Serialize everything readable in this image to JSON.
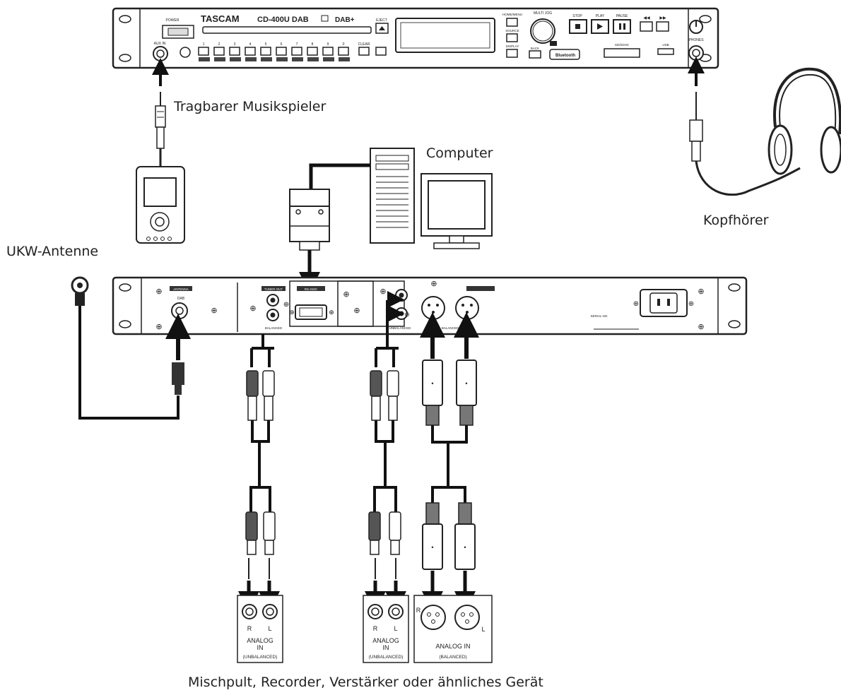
{
  "labels": {
    "portable_player": "Tragbarer Musikspieler",
    "computer": "Computer",
    "headphones": "Kopfhörer",
    "fm_antenna": "UKW-Antenne",
    "destination": "Mischpult, Recorder, Verstärker oder ähnliches Gerät"
  },
  "front_panel": {
    "brand": "TASCAM",
    "model": "CD-400U DAB",
    "dab_logo": "DAB+",
    "power": "POWER",
    "aux_in": "AUX IN",
    "presets": [
      "1",
      "2",
      "3",
      "4",
      "5",
      "6",
      "7",
      "8",
      "9",
      "0"
    ],
    "clear": "CLEAR",
    "eject": "EJECT",
    "home_menu": "HOME/MENU",
    "source": "SOURCE",
    "display": "DISPLAY",
    "multi_jog": "MULTI JOG",
    "back": "BACK",
    "stop": "STOP",
    "play": "PLAY",
    "pause": "PAUSE",
    "phones": "PHONES",
    "bluetooth": "Bluetooth",
    "sd_sdhc": "SD/SDHC",
    "usb": "USB"
  },
  "rear_panel": {
    "antenna": "ANTENNA",
    "dab": "DAB",
    "tuner_out": "TUNER OUT",
    "balanced_left": "BALANCED",
    "rs232c": "RS-232C",
    "unbalanced": "UNBALANCED",
    "balanced_xlr": "BALANCED",
    "serial_no": "SERIAL NO."
  },
  "input_boxes": [
    {
      "r": "R",
      "l": "L",
      "line1": "ANALOG",
      "line2": "IN",
      "line3": "(UNBALANCED)"
    },
    {
      "r": "R",
      "l": "L",
      "line1": "ANALOG",
      "line2": "IN",
      "line3": "(UNBALANCED)"
    },
    {
      "r": "R",
      "l": "L",
      "line1": "ANALOG IN",
      "line2": "",
      "line3": "(BALANCED)"
    }
  ]
}
